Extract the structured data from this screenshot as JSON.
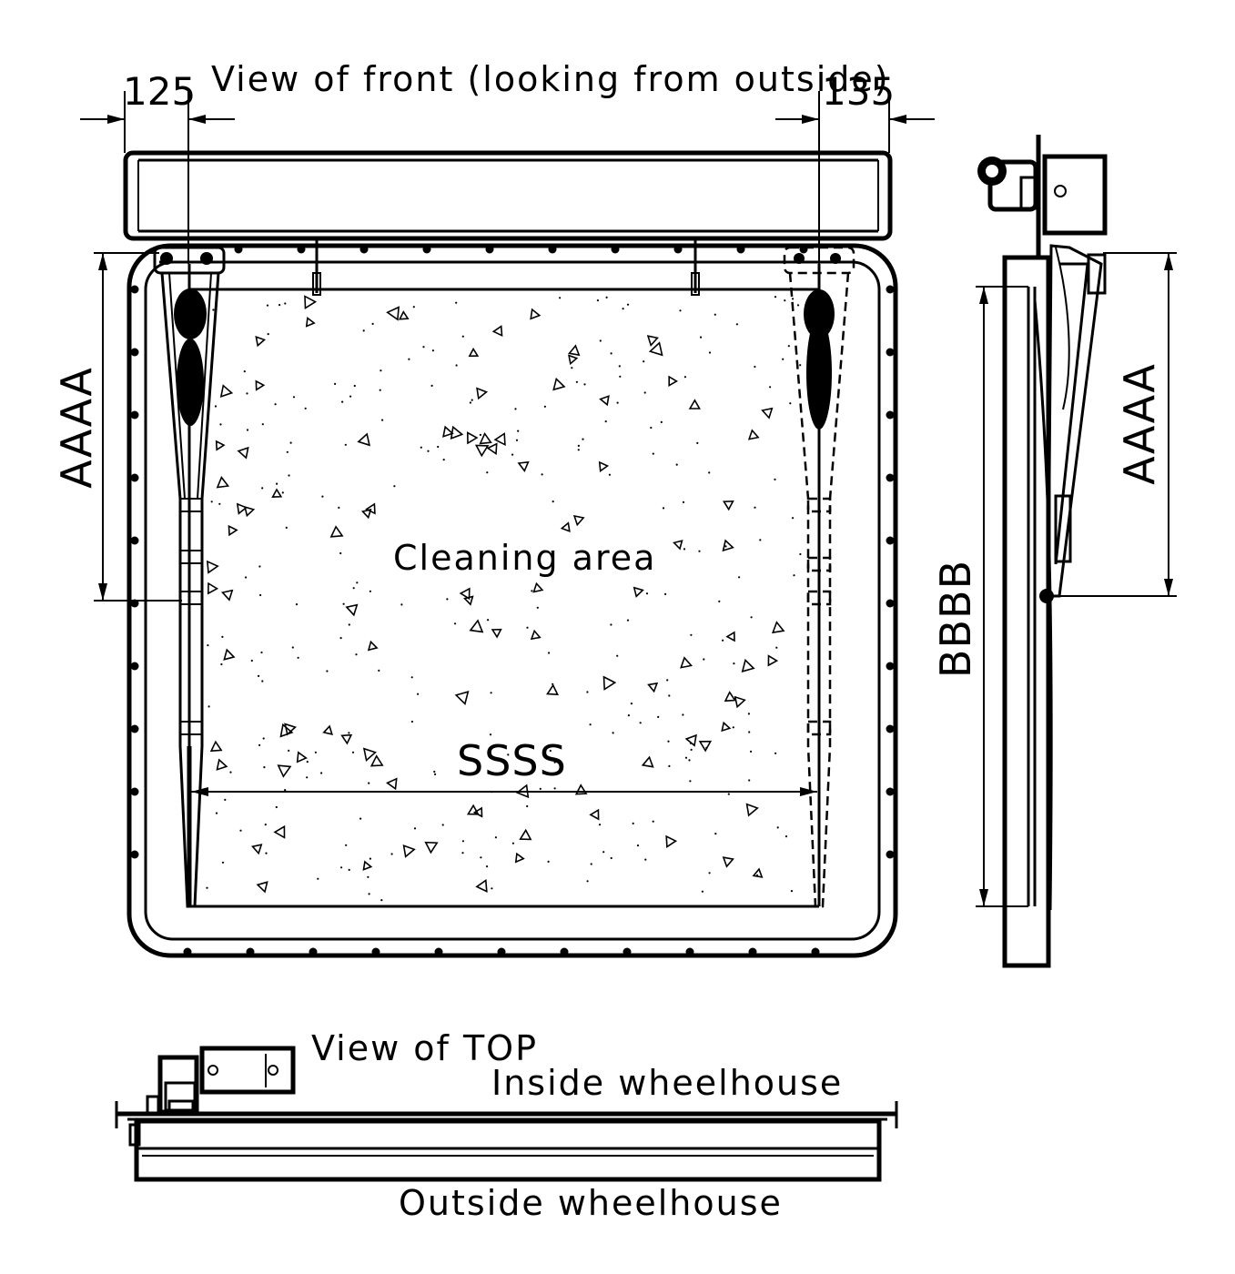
{
  "labels": {
    "view_front": "View of front (looking from outside)",
    "dim_left": "125",
    "dim_right": "135",
    "dim_aaaa_front": "AAAA",
    "dim_aaaa_side": "AAAA",
    "dim_bbbb": "BBBB",
    "dim_ssss": "SSSS",
    "cleaning_area": "Cleaning area",
    "view_top": "View of TOP",
    "inside": "Inside wheelhouse",
    "outside": "Outside wheelhouse"
  }
}
